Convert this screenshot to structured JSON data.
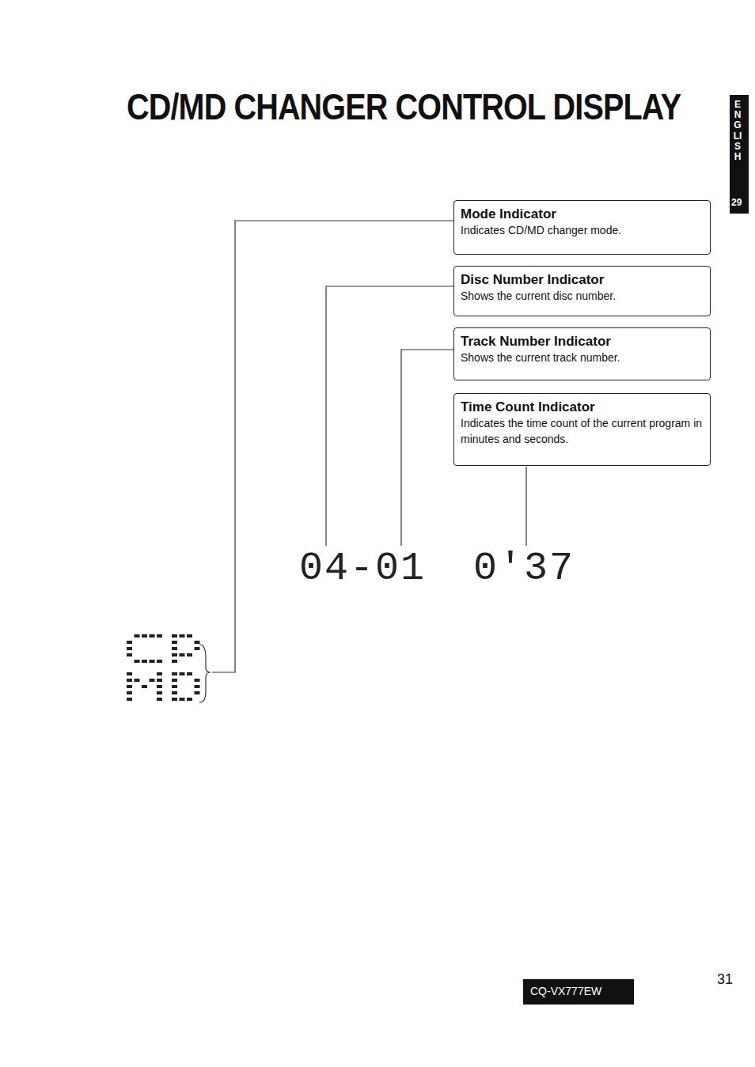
{
  "diagram": {
    "title": "CD/MD CHANGER CONTROL DISPLAY",
    "nodes": [
      {
        "text": [
          "Mode Indicator",
          "Indicates CD/MD changer mode."
        ]
      },
      {
        "text": [
          "Disc Number Indicator",
          "Shows the current disc number."
        ]
      },
      {
        "text": [
          "Track Number Indicator",
          "Shows the current track number."
        ]
      },
      {
        "text": [
          "Time Count Indicator",
          "Indicates the time count of the current program in minutes and seconds."
        ]
      }
    ],
    "labels": [
      "04-01",
      "0'37",
      "ENGLISH",
      "29",
      "31",
      "CQ-VX777EW"
    ]
  }
}
